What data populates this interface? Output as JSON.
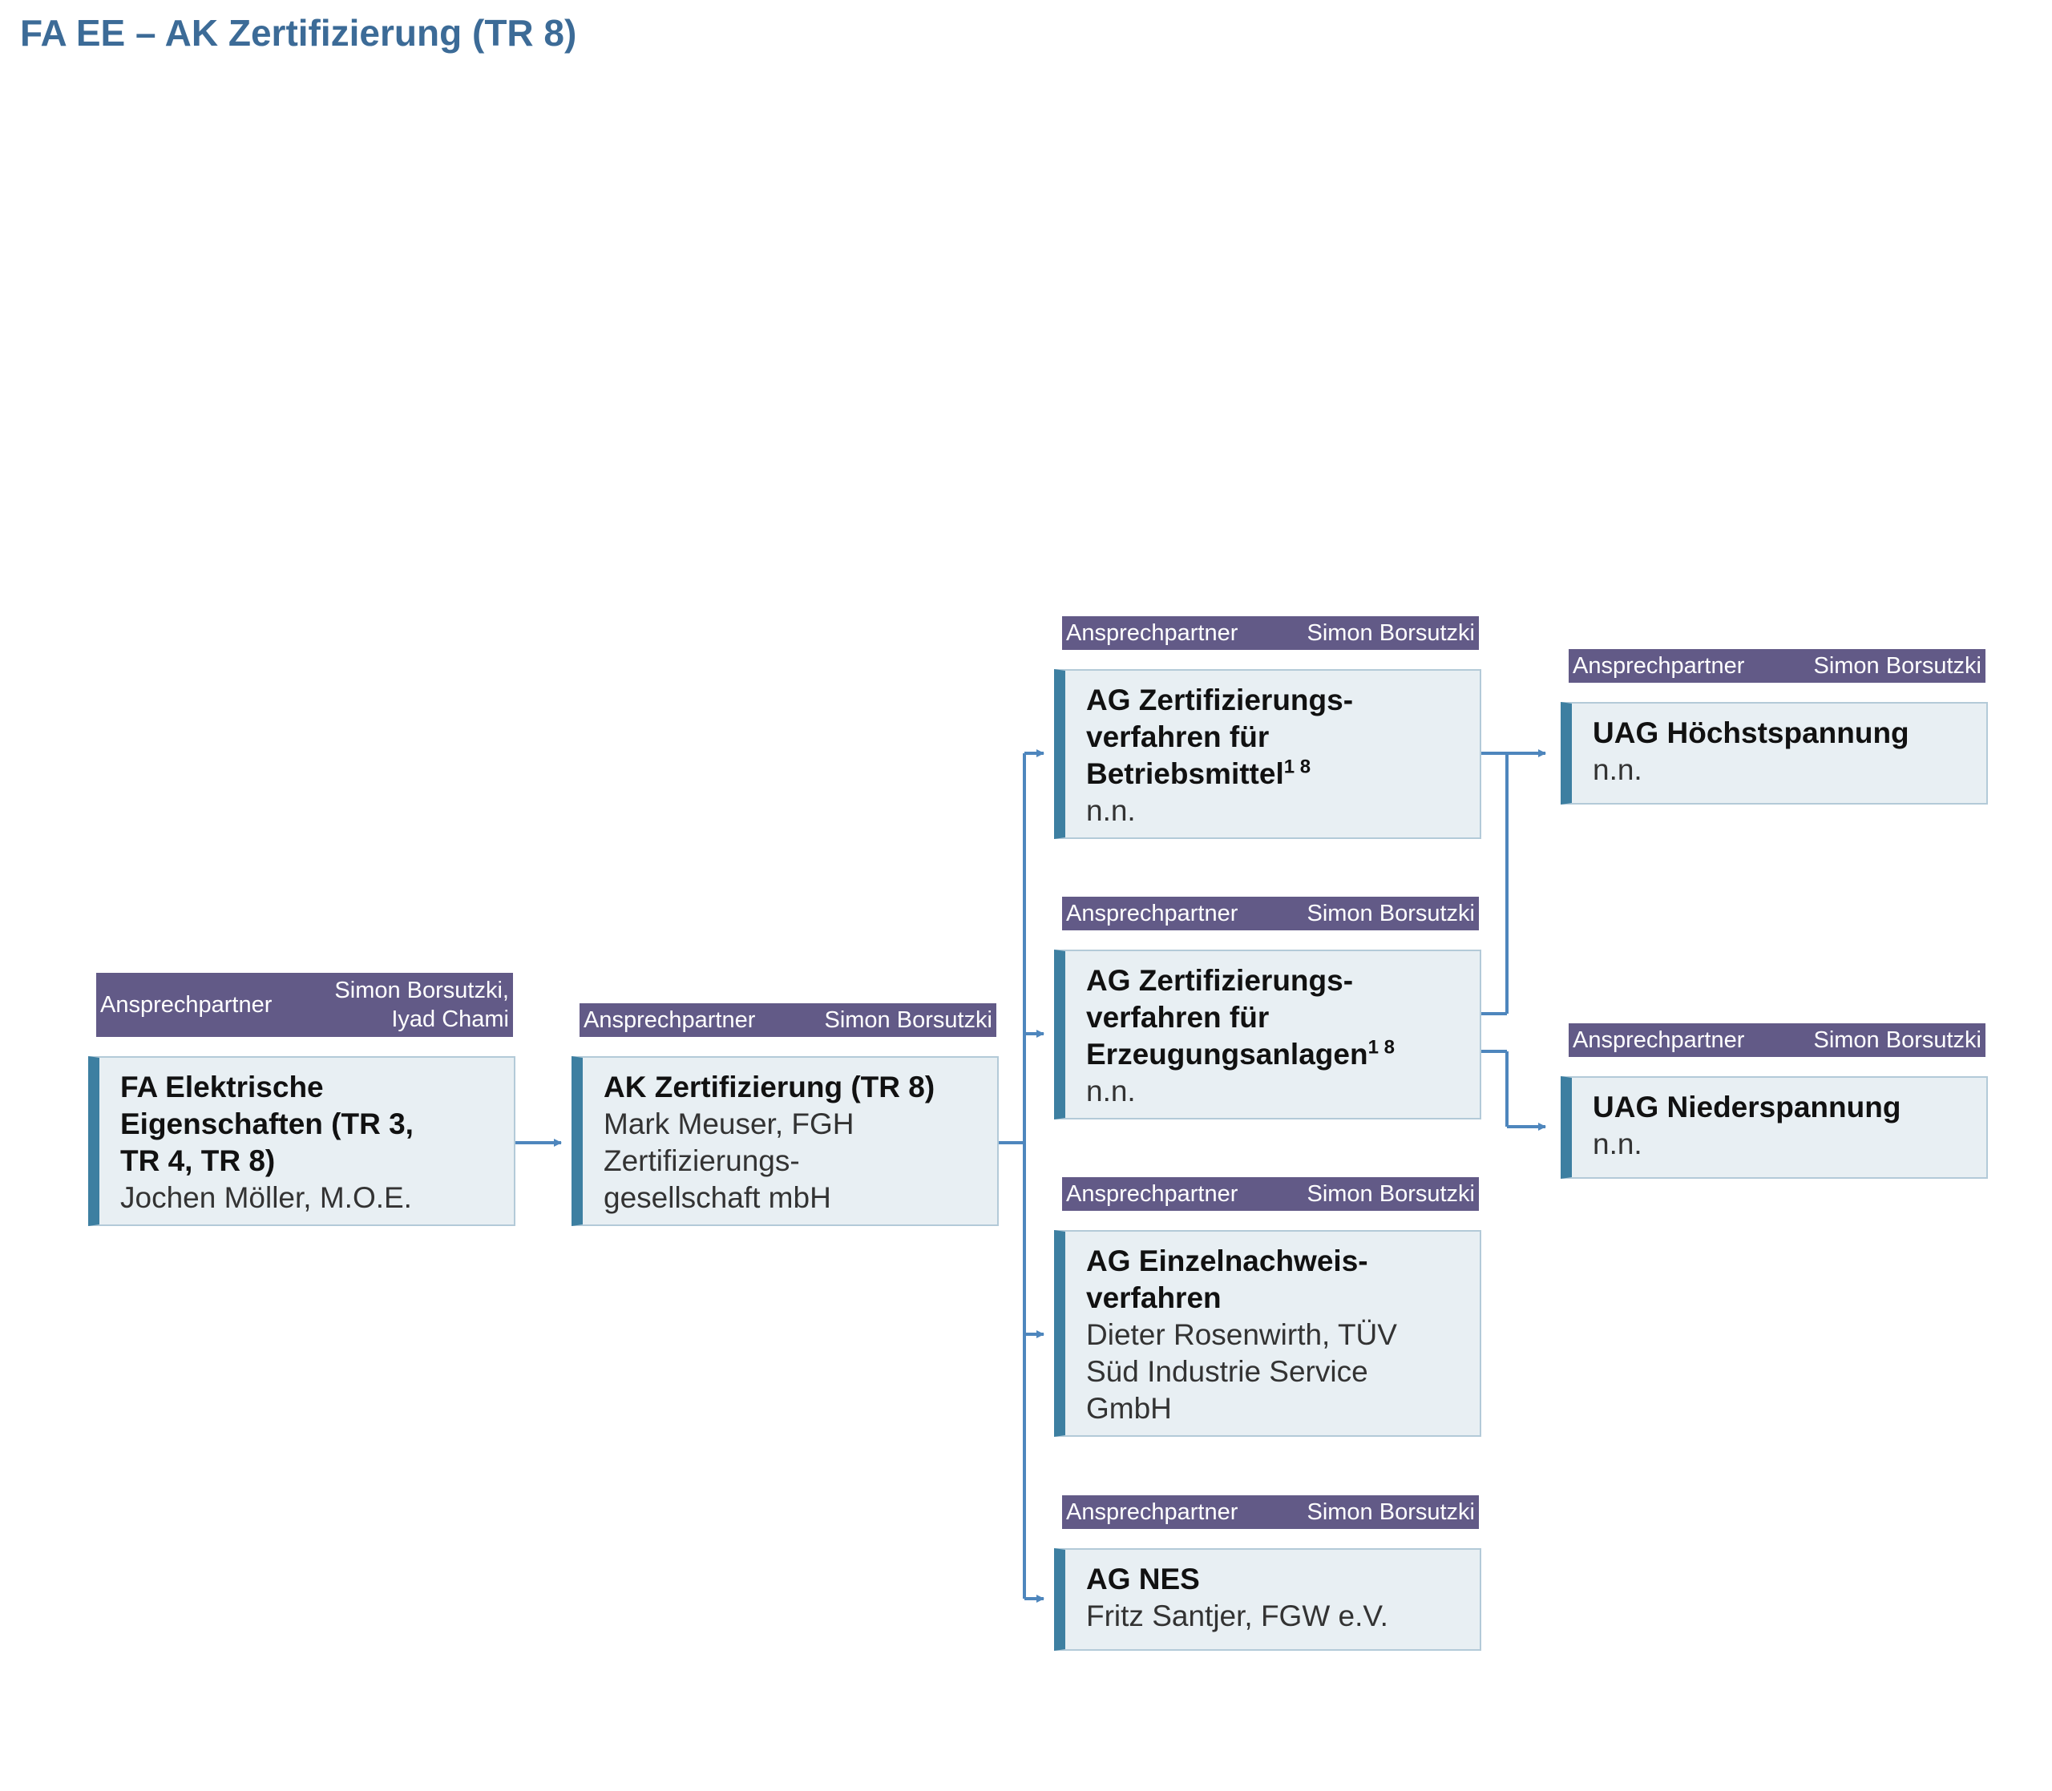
{
  "header": {
    "title": "FA EE – AK Zertifizierung (TR 8)"
  },
  "contact_label": "Ansprechpartner",
  "colors": {
    "title": "#3c6b97",
    "contact_bar": "#625a87",
    "box_fill": "#e8eff3",
    "box_accent": "#3d7fa1",
    "connector": "#4e86bd"
  },
  "nodes": {
    "fa": {
      "title_lines": [
        "FA Elektrische",
        "Eigenschaften (TR 3,",
        "TR 4, TR 8)"
      ],
      "sub_lines": [
        "Jochen Möller, M.O.E."
      ],
      "contact_lines": [
        "Simon Borsutzki,",
        "Iyad Chami"
      ]
    },
    "ak": {
      "title_lines": [
        "AK Zertifizierung (TR 8)"
      ],
      "sub_lines": [
        "Mark Meuser, FGH",
        "Zertifizierungs-",
        "gesellschaft mbH"
      ],
      "contact": "Simon Borsutzki"
    },
    "ag_betrieb": {
      "title_lines": [
        "AG Zertifizierungs-",
        "verfahren für",
        "Betriebsmittel"
      ],
      "footnote": "1 8",
      "sub_lines": [
        "n.n."
      ],
      "contact": "Simon Borsutzki"
    },
    "ag_erzeug": {
      "title_lines": [
        "AG Zertifizierungs-",
        "verfahren für",
        "Erzeugungsanlagen"
      ],
      "footnote": "1 8",
      "sub_lines": [
        "n.n."
      ],
      "contact": "Simon Borsutzki"
    },
    "ag_einzel": {
      "title_lines": [
        "AG Einzelnachweis-",
        "verfahren"
      ],
      "sub_lines": [
        "Dieter Rosenwirth, TÜV",
        "Süd Industrie Service",
        "GmbH"
      ],
      "contact": "Simon Borsutzki"
    },
    "ag_nes": {
      "title_lines": [
        "AG NES"
      ],
      "sub_lines": [
        "Fritz Santjer, FGW e.V."
      ],
      "contact": "Simon Borsutzki"
    },
    "uag_hoechst": {
      "title_lines": [
        "UAG Höchstspannung"
      ],
      "sub_lines": [
        "n.n."
      ],
      "contact": "Simon Borsutzki"
    },
    "uag_nieder": {
      "title_lines": [
        "UAG Niederspannung"
      ],
      "sub_lines": [
        "n.n."
      ],
      "contact": "Simon Borsutzki"
    }
  }
}
